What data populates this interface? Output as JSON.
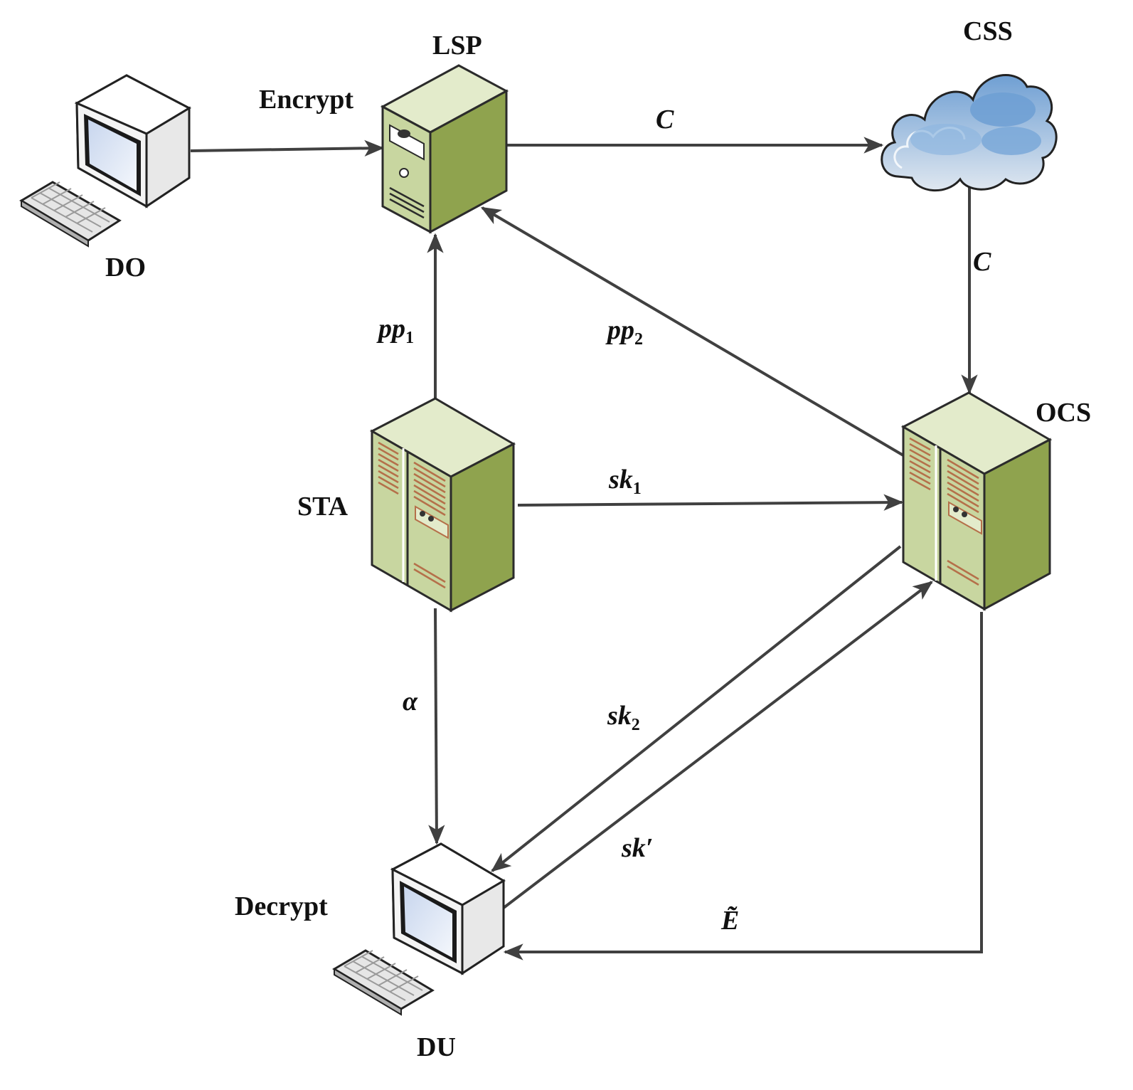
{
  "nodes": {
    "do": {
      "label": "DO"
    },
    "lsp": {
      "label": "LSP",
      "action": "Encrypt"
    },
    "css": {
      "label": "CSS"
    },
    "sta": {
      "label": "STA"
    },
    "ocs": {
      "label": "OCS"
    },
    "du": {
      "label": "DU",
      "action": "Decrypt"
    }
  },
  "edges": {
    "do_lsp": {
      "label": ""
    },
    "lsp_css": {
      "label": "C"
    },
    "css_ocs": {
      "label": "C"
    },
    "sta_lsp": {
      "label": "pp",
      "sub": "1"
    },
    "ocs_lsp": {
      "label": "pp",
      "sub": "2"
    },
    "sta_ocs": {
      "label": "sk",
      "sub": "1"
    },
    "sta_du": {
      "label": "α"
    },
    "ocs_du": {
      "label": "sk",
      "sub": "2"
    },
    "du_ocs": {
      "label": "sk′"
    },
    "ocs_du_result": {
      "label": "Ẽ"
    }
  },
  "colors": {
    "server_front": "#c8d6a0",
    "server_side": "#8fa34e",
    "server_top": "#dfe8c4",
    "server_stripe": "#b5704a",
    "pc_body": "#f2f2f2",
    "screen": "#dfe8f6",
    "cloud": "#9bbbdd",
    "edge": "#404040"
  }
}
